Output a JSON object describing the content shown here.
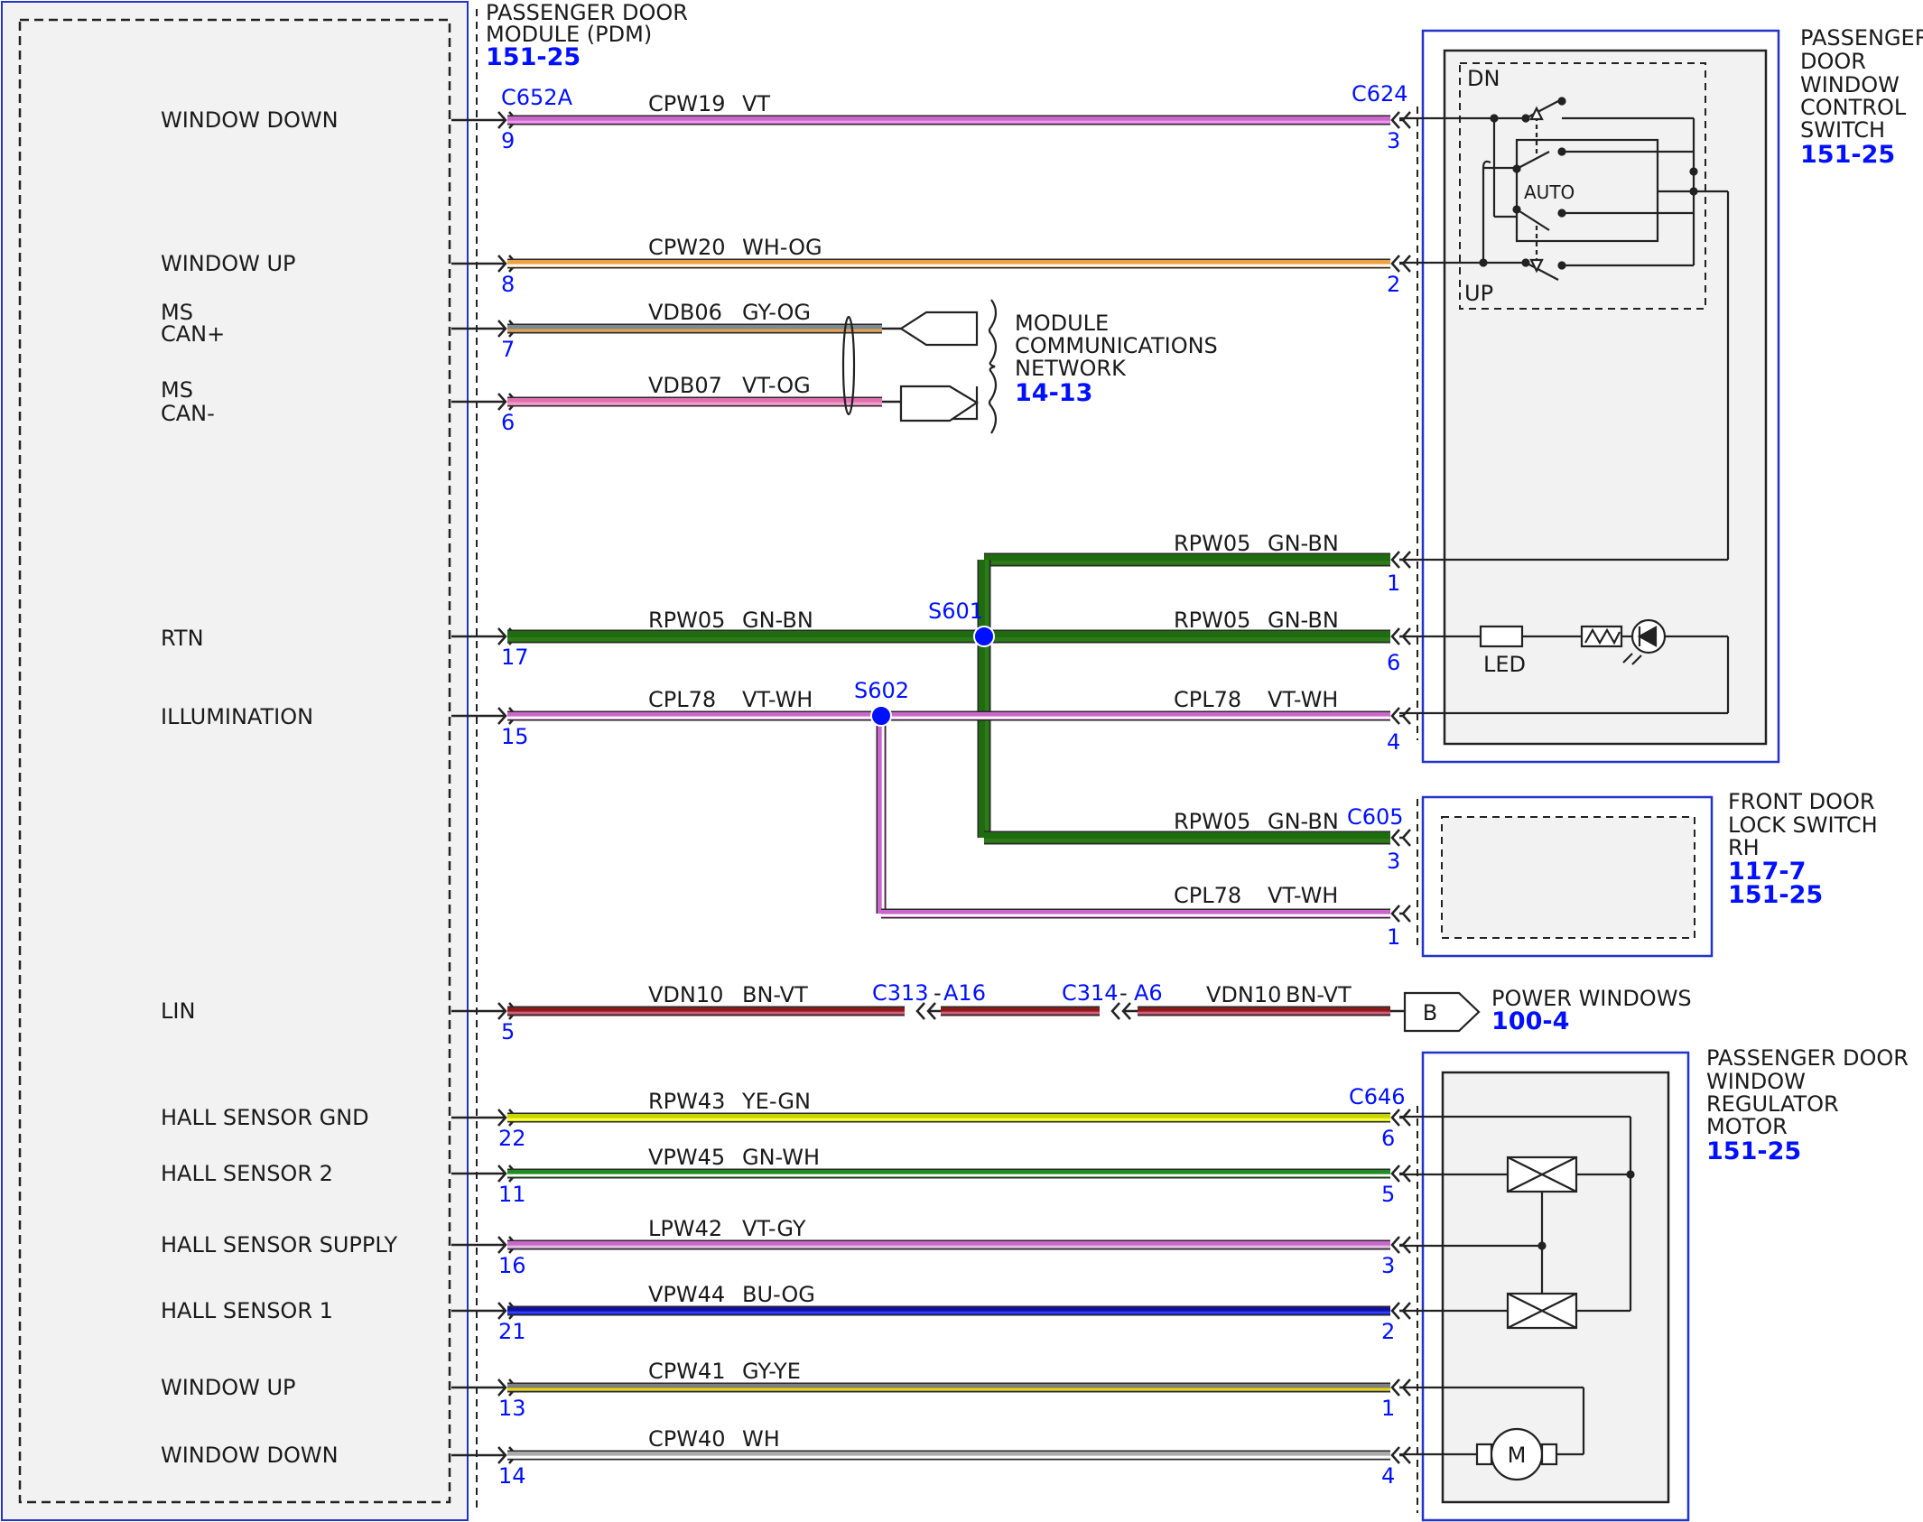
{
  "module_pdm": {
    "title": [
      "PASSENGER DOOR",
      "MODULE (PDM)"
    ],
    "ref": "151-25",
    "connector": "C652A"
  },
  "pins_left": [
    {
      "label": [
        "WINDOW DOWN"
      ]
    },
    {
      "label": [
        "WINDOW UP"
      ]
    },
    {
      "label": [
        "MS",
        "CAN+"
      ]
    },
    {
      "label": [
        "MS",
        "CAN-"
      ]
    },
    {
      "label": [
        "RTN"
      ]
    },
    {
      "label": [
        "ILLUMINATION"
      ]
    },
    {
      "label": [
        "LIN"
      ]
    },
    {
      "label": [
        "HALL SENSOR GND"
      ]
    },
    {
      "label": [
        "HALL SENSOR 2"
      ]
    },
    {
      "label": [
        "HALL SENSOR SUPPLY"
      ]
    },
    {
      "label": [
        "HALL SENSOR 1"
      ]
    },
    {
      "label": [
        "WINDOW UP"
      ]
    },
    {
      "label": [
        "WINDOW DOWN"
      ]
    }
  ],
  "wires": [
    {
      "circuit": "CPW19",
      "color": "VT",
      "pin_left": "9",
      "pin_right": "3",
      "c1": "#cc66cc",
      "c2": "#ee99ee"
    },
    {
      "circuit": "CPW20",
      "color": "WH-OG",
      "pin_left": "8",
      "pin_right": "2",
      "c1": "#f0a040",
      "c2": "#ffffff"
    },
    {
      "circuit": "VDB06",
      "color": "GY-OG",
      "pin_left": "7",
      "c1": "#7d8a94",
      "c2": "#f0a040"
    },
    {
      "circuit": "VDB07",
      "color": "VT-OG",
      "pin_left": "6",
      "c1": "#e070b0",
      "c2": "#f0a0c8"
    },
    {
      "circuit": "RPW05",
      "color": "GN-BN",
      "pin_left": "17",
      "c1": "#1f6b10",
      "c2": "#2c7a18"
    },
    {
      "circuit": "CPL78",
      "color": "VT-WH",
      "pin_left": "15",
      "c1": "#cc66cc",
      "c2": "#ffffff"
    },
    {
      "circuit": "VDN10",
      "color": "BN-VT",
      "pin_left": "5",
      "c1": "#8b1a1a",
      "c2": "#d06080"
    },
    {
      "circuit": "RPW43",
      "color": "YE-GN",
      "pin_left": "22",
      "pin_right": "6",
      "c1": "#c8d400",
      "c2": "#ffff40"
    },
    {
      "circuit": "VPW45",
      "color": "GN-WH",
      "pin_left": "11",
      "pin_right": "5",
      "c1": "#1f8b20",
      "c2": "#ffffff"
    },
    {
      "circuit": "LPW42",
      "color": "VT-GY",
      "pin_left": "16",
      "pin_right": "3",
      "c1": "#cc66cc",
      "c2": "#d8c0d8"
    },
    {
      "circuit": "VPW44",
      "color": "BU-OG",
      "pin_left": "21",
      "pin_right": "2",
      "c1": "#1010a0",
      "c2": "#3040ff"
    },
    {
      "circuit": "CPW41",
      "color": "GY-YE",
      "pin_left": "13",
      "pin_right": "1",
      "c1": "#808080",
      "c2": "#e8d800"
    },
    {
      "circuit": "CPW40",
      "color": "WH",
      "pin_left": "14",
      "pin_right": "4",
      "c1": "#aaaaaa",
      "c2": "#ffffff"
    }
  ],
  "switch_pins": [
    "1",
    "6",
    "4"
  ],
  "splices": {
    "s601": "S601",
    "s602": "S602"
  },
  "branches": {
    "rpw05_top": {
      "circuit": "RPW05",
      "color": "GN-BN"
    },
    "rpw05_mid": {
      "circuit": "RPW05",
      "color": "GN-BN"
    },
    "cpl78_mid": {
      "circuit": "CPL78",
      "color": "VT-WH"
    },
    "rpw05_lock": {
      "circuit": "RPW05",
      "color": "GN-BN",
      "pin": "3"
    },
    "cpl78_lock": {
      "circuit": "CPL78",
      "color": "VT-WH",
      "pin": "1"
    },
    "vdn10_right": {
      "circuit": "VDN10",
      "color": "BN-VT"
    }
  },
  "switch": {
    "title": [
      "PASSENGER",
      "DOOR",
      "WINDOW",
      "CONTROL",
      "SWITCH"
    ],
    "ref": "151-25",
    "connector": "C624",
    "dn": "DN",
    "up": "UP",
    "auto": "AUTO",
    "led": "LED"
  },
  "mcn": {
    "title": [
      "MODULE",
      "COMMUNICATIONS",
      "NETWORK"
    ],
    "ref": "14-13"
  },
  "lock_switch": {
    "title": [
      "FRONT DOOR",
      "LOCK SWITCH",
      "RH"
    ],
    "refs": [
      "117-7",
      "151-25"
    ],
    "connector": "C605"
  },
  "inline_connectors": {
    "c313": "C313",
    "a16": "A16",
    "c314": "C314",
    "a6": "A6"
  },
  "power_windows": {
    "badge": "B",
    "title": "POWER WINDOWS",
    "ref": "100-4"
  },
  "motor": {
    "title": [
      "PASSENGER DOOR",
      "WINDOW",
      "REGULATOR",
      "MOTOR"
    ],
    "ref": "151-25",
    "connector": "C646",
    "symbol": "M"
  }
}
